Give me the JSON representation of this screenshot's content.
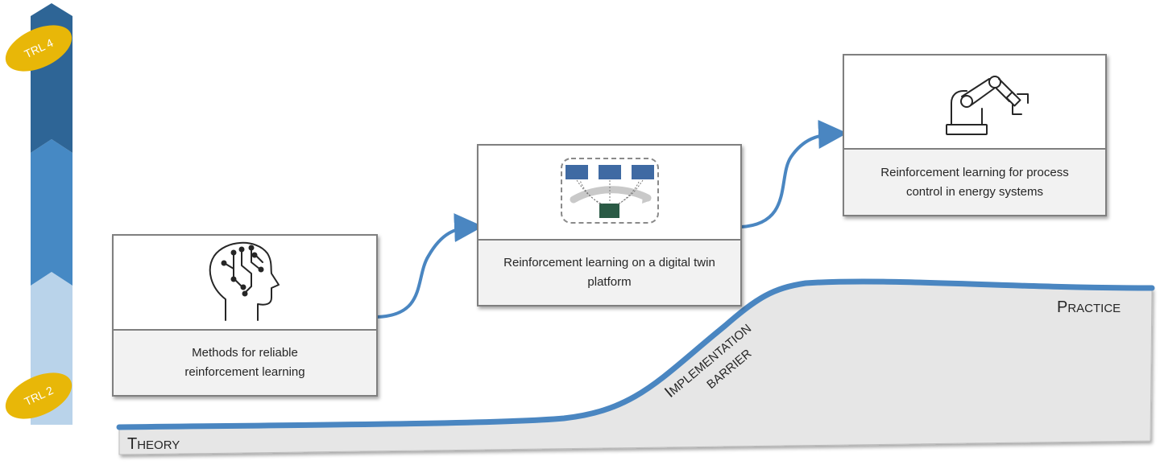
{
  "trl_scale": {
    "top_label": "TRL 4",
    "bottom_label": "TRL 2",
    "colors": {
      "top": "#2e6596",
      "middle": "#4689c4",
      "bottom": "#b9d3ea",
      "badge": "#e8b708"
    }
  },
  "cards": [
    {
      "id": "reliable",
      "icon": "brain-circuit-icon",
      "text": "Methods for reliable reinforcement learning"
    },
    {
      "id": "digital-twin",
      "icon": "digital-twin-icon",
      "text": "Reinforcement learning on a digital twin platform"
    },
    {
      "id": "process-control",
      "icon": "robot-arm-icon",
      "text": "Reinforcement learning for process control in energy systems"
    }
  ],
  "curve": {
    "theory_label": {
      "first": "T",
      "rest": "HEORY"
    },
    "practice_label": {
      "first": "P",
      "rest": "RACTICE"
    },
    "barrier_label": {
      "line1_first": "I",
      "line1_rest": "MPLEMENTATION",
      "line2": "BARRIER"
    },
    "colors": {
      "line": "#4a86c1",
      "fill": "#e6e6e6",
      "arrow": "#4a86c1"
    }
  }
}
